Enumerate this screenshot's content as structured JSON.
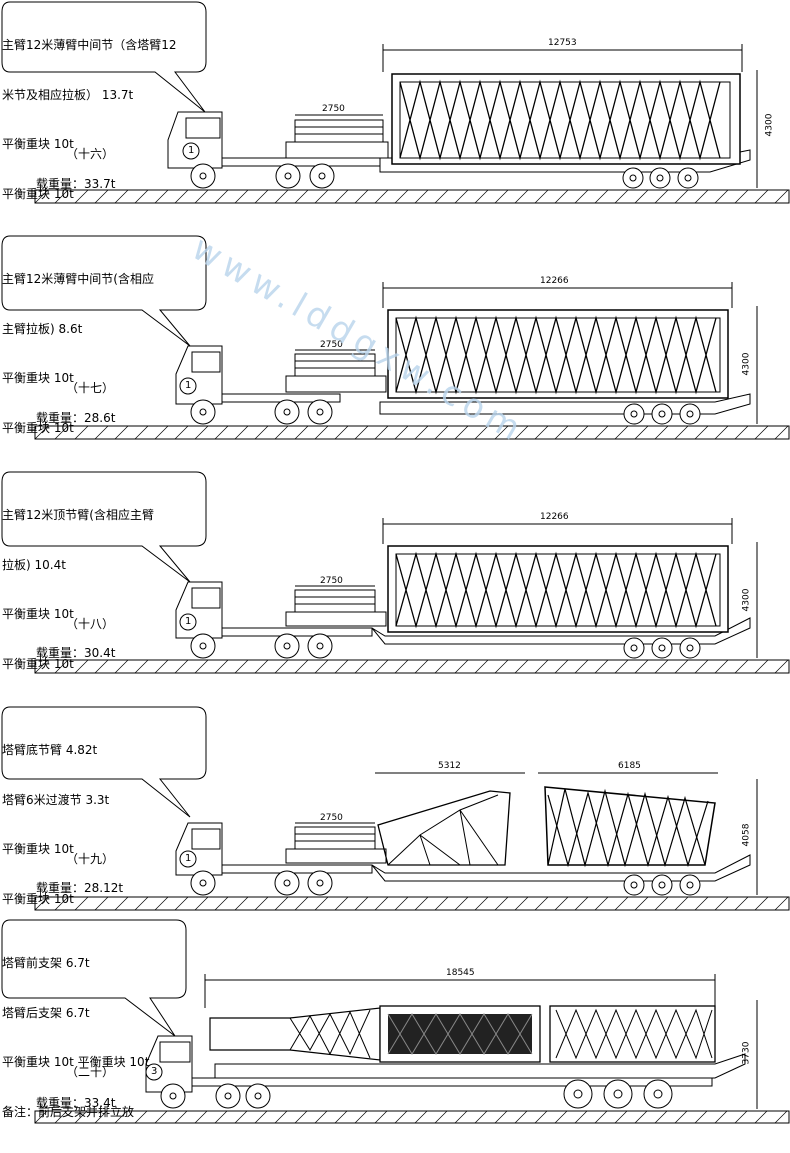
{
  "sections": [
    {
      "callout": [
        "主臂12米薄臂中间节（含塔臂12",
        "米节及相应拉板） 13.7t",
        "平衡重块 10t",
        "平衡重块 10t"
      ],
      "number": "（十六）",
      "truck_no": "1",
      "payload": "载重量：33.7t",
      "dims": {
        "block": "2750",
        "length": "12753",
        "height": "4300"
      }
    },
    {
      "callout": [
        "主臂12米薄臂中间节(含相应",
        "主臂拉板) 8.6t",
        "平衡重块 10t",
        "平衡重块 10t"
      ],
      "number": "（十七）",
      "truck_no": "1",
      "payload": "载重量：28.6t",
      "dims": {
        "block": "2750",
        "length": "12266",
        "height": "4300"
      }
    },
    {
      "callout": [
        "主臂12米顶节臂(含相应主臂",
        "拉板) 10.4t",
        "平衡重块 10t",
        "平衡重块 10t"
      ],
      "number": "（十八）",
      "truck_no": "1",
      "payload": "载重量：30.4t",
      "dims": {
        "block": "2750",
        "length": "12266",
        "height": "4300"
      }
    },
    {
      "callout": [
        "塔臂底节臂 4.82t",
        "塔臂6米过渡节 3.3t",
        "平衡重块 10t",
        "平衡重块 10t"
      ],
      "number": "（十九）",
      "truck_no": "1",
      "payload": "载重量：28.12t",
      "dims": {
        "block": "2750",
        "length_a": "5312",
        "length_b": "6185",
        "height": "4058"
      }
    },
    {
      "callout": [
        "塔臂前支架 6.7t",
        "塔臂后支架 6.7t",
        "平衡重块 10t 平衡重块 10t",
        "备注：前后支架并排立放"
      ],
      "number": "（二十）",
      "truck_no": "3",
      "payload": "载重量：33.4t",
      "dims": {
        "length": "18545",
        "height": "3730"
      }
    }
  ],
  "watermark": {
    "text": "www.lddgxw.com"
  }
}
